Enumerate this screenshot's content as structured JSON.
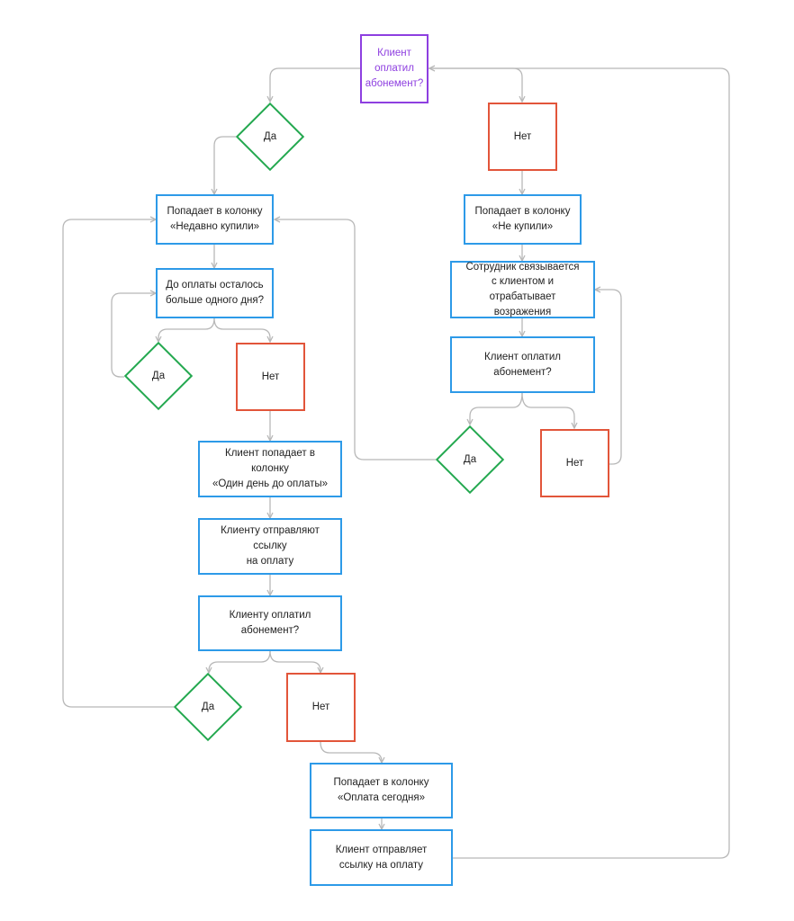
{
  "nodes": {
    "start": "Клиент\nоплатил\nабонемент?",
    "yes_top": "Да",
    "no_top": "Нет",
    "recent_col": "Попадает в колонку\n«Недавно купили»",
    "more_than_day": "До оплаты осталось\nбольше одного дня?",
    "yes_loop": "Да",
    "no_mid": "Нет",
    "one_day_col": "Клиент попадает в колонку\n«Один день до оплаты»",
    "send_link": "Клиенту отправляют ссылку\nна оплату",
    "paid_q_left": "Клиенту оплатил абонемент?",
    "yes_bottom": "Да",
    "no_bottom": "Нет",
    "today_col": "Попадает в колонку\n«Оплата сегодня»",
    "client_sends_link": "Клиент отправляет\nссылку на оплату",
    "not_bought_col": "Попадает в колонку\n«Не купили»",
    "employee_contacts": "Сотрудник связывается\nс клиентом и отрабатывает\nвозражения",
    "paid_q_right": "Клиент оплатил абонемент?",
    "yes_right": "Да",
    "no_right": "Нет"
  },
  "colors": {
    "process": "#2d9ae8",
    "decision_yes": "#23a84f",
    "decision_no": "#e2553a",
    "start": "#8e3fe0",
    "connector": "#b8b8b8"
  }
}
